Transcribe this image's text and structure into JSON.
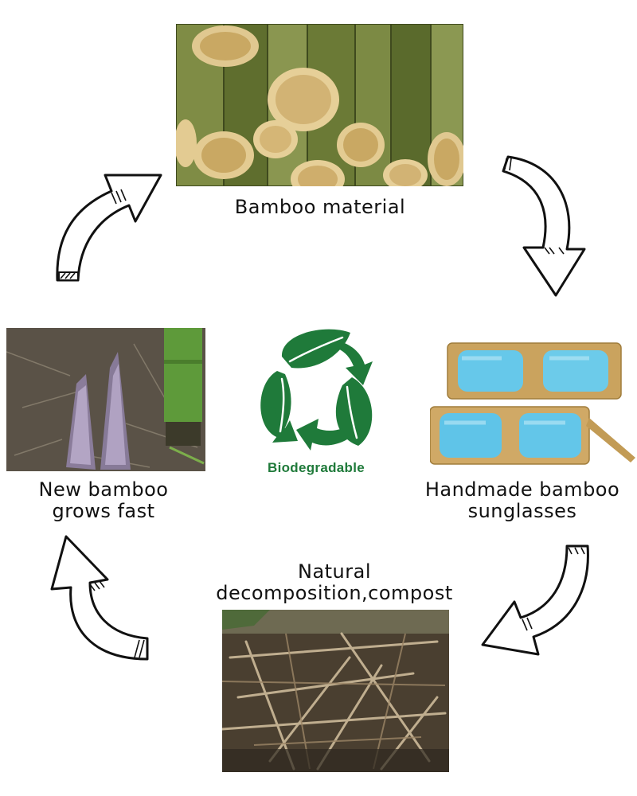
{
  "stages": {
    "bamboo_material": {
      "label": "Bamboo material"
    },
    "sunglasses": {
      "line1": "Handmade bamboo",
      "line2": "sunglasses"
    },
    "decomposition": {
      "line1": "Natural",
      "line2": "decomposition,compost"
    },
    "new_bamboo": {
      "line1": "New bamboo",
      "line2": "grows fast"
    }
  },
  "badge": {
    "label": "Biodegradable",
    "icon": "recycle-leaves-icon"
  },
  "colors": {
    "badge_green": "#1f7a3a",
    "lens_blue": "#5fc4e8",
    "bamboo_frame": "#c9a25c",
    "arrow_stroke": "#111111"
  }
}
